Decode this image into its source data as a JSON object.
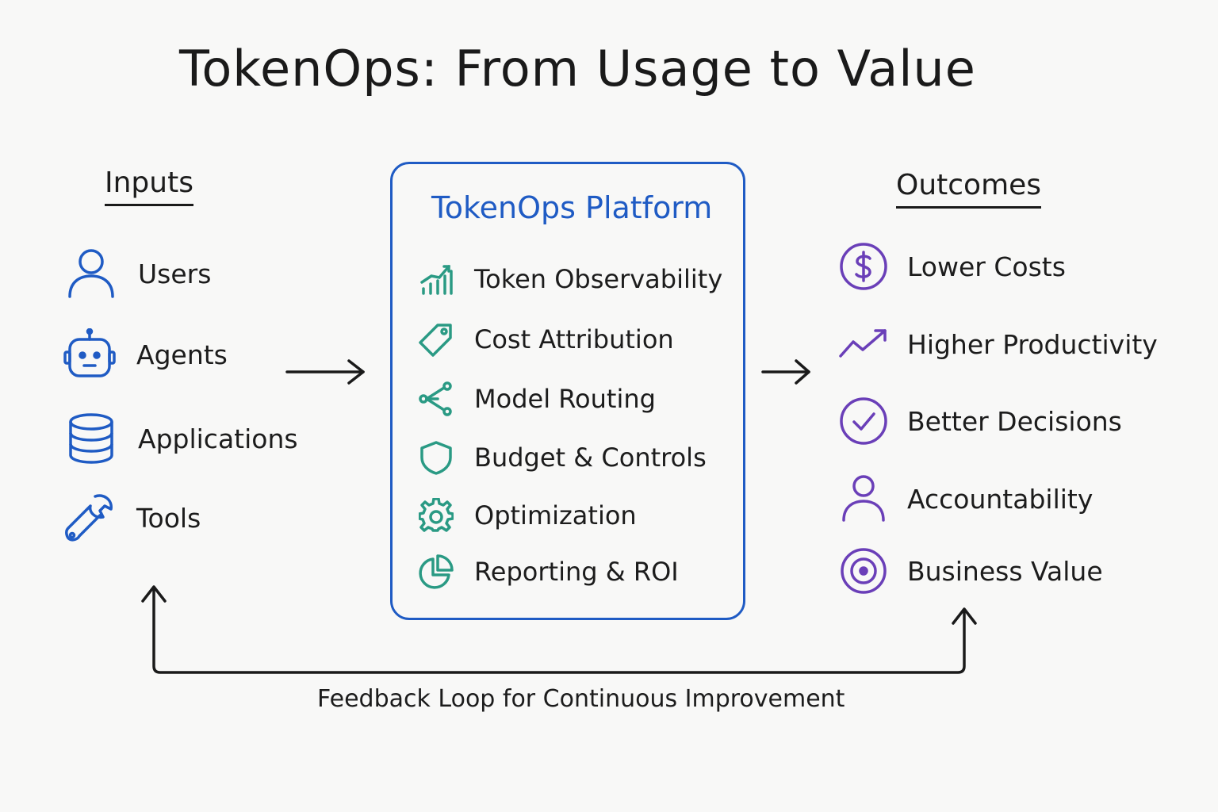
{
  "title": "TokenOps: From Usage to Value",
  "inputs": {
    "heading": "Inputs",
    "items": [
      {
        "label": "Users",
        "icon": "user-icon"
      },
      {
        "label": "Agents",
        "icon": "robot-icon"
      },
      {
        "label": "Applications",
        "icon": "database-icon"
      },
      {
        "label": "Tools",
        "icon": "wrench-icon"
      }
    ]
  },
  "platform": {
    "heading": "TokenOps Platform",
    "items": [
      {
        "label": "Token Observability",
        "icon": "bar-chart-icon"
      },
      {
        "label": "Cost Attribution",
        "icon": "tag-icon"
      },
      {
        "label": "Model Routing",
        "icon": "routing-icon"
      },
      {
        "label": "Budget & Controls",
        "icon": "shield-icon"
      },
      {
        "label": "Optimization",
        "icon": "gear-icon"
      },
      {
        "label": "Reporting & ROI",
        "icon": "pie-chart-icon"
      }
    ]
  },
  "outcomes": {
    "heading": "Outcomes",
    "items": [
      {
        "label": "Lower Costs",
        "icon": "dollar-icon"
      },
      {
        "label": "Higher Productivity",
        "icon": "trend-up-icon"
      },
      {
        "label": "Better Decisions",
        "icon": "check-circle-icon"
      },
      {
        "label": "Accountability",
        "icon": "person-icon"
      },
      {
        "label": "Business Value",
        "icon": "target-icon"
      }
    ]
  },
  "feedback_label": "Feedback Loop for Continuous Improvement",
  "colors": {
    "inputs": "#1f5bc4",
    "platform_border": "#1f5bc4",
    "platform_icons": "#2a9a84",
    "outcomes": "#6a3fb8",
    "ink": "#1a1a1a"
  }
}
